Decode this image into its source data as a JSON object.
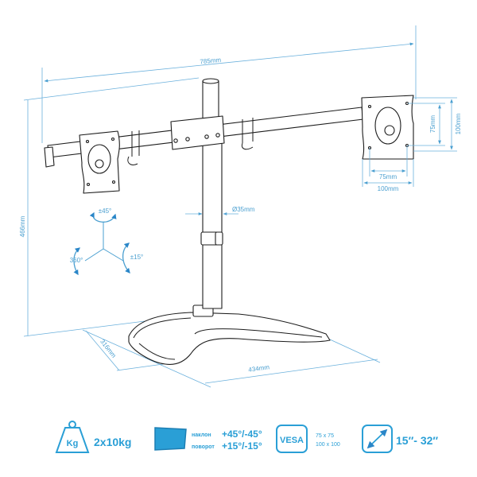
{
  "dimensions": {
    "width": "785mm",
    "height": "466mm",
    "depth": "316mm",
    "base_width": "434mm",
    "pole_diameter": "Ø35mm",
    "vesa_small_h": "75mm",
    "vesa_large_h": "100mm",
    "vesa_small_v": "75mm",
    "vesa_large_v": "100mm"
  },
  "rotation": {
    "tilt": "±45°",
    "swivel": "±15°",
    "rotate": "360°"
  },
  "specs": {
    "weight_icon_label": "Kg",
    "load": "2x10kg",
    "tilt_label": "наклон",
    "tilt_value": "+45°/-45°",
    "swivel_label": "поворот",
    "swivel_value": "+15°/-15°",
    "vesa_label": "VESA",
    "vesa_sizes": [
      "75 x 75",
      "100 x 100"
    ],
    "screen_range": "15″- 32″"
  },
  "colors": {
    "accent": "#2a9fd6",
    "dimension": "#6ab0dc"
  }
}
